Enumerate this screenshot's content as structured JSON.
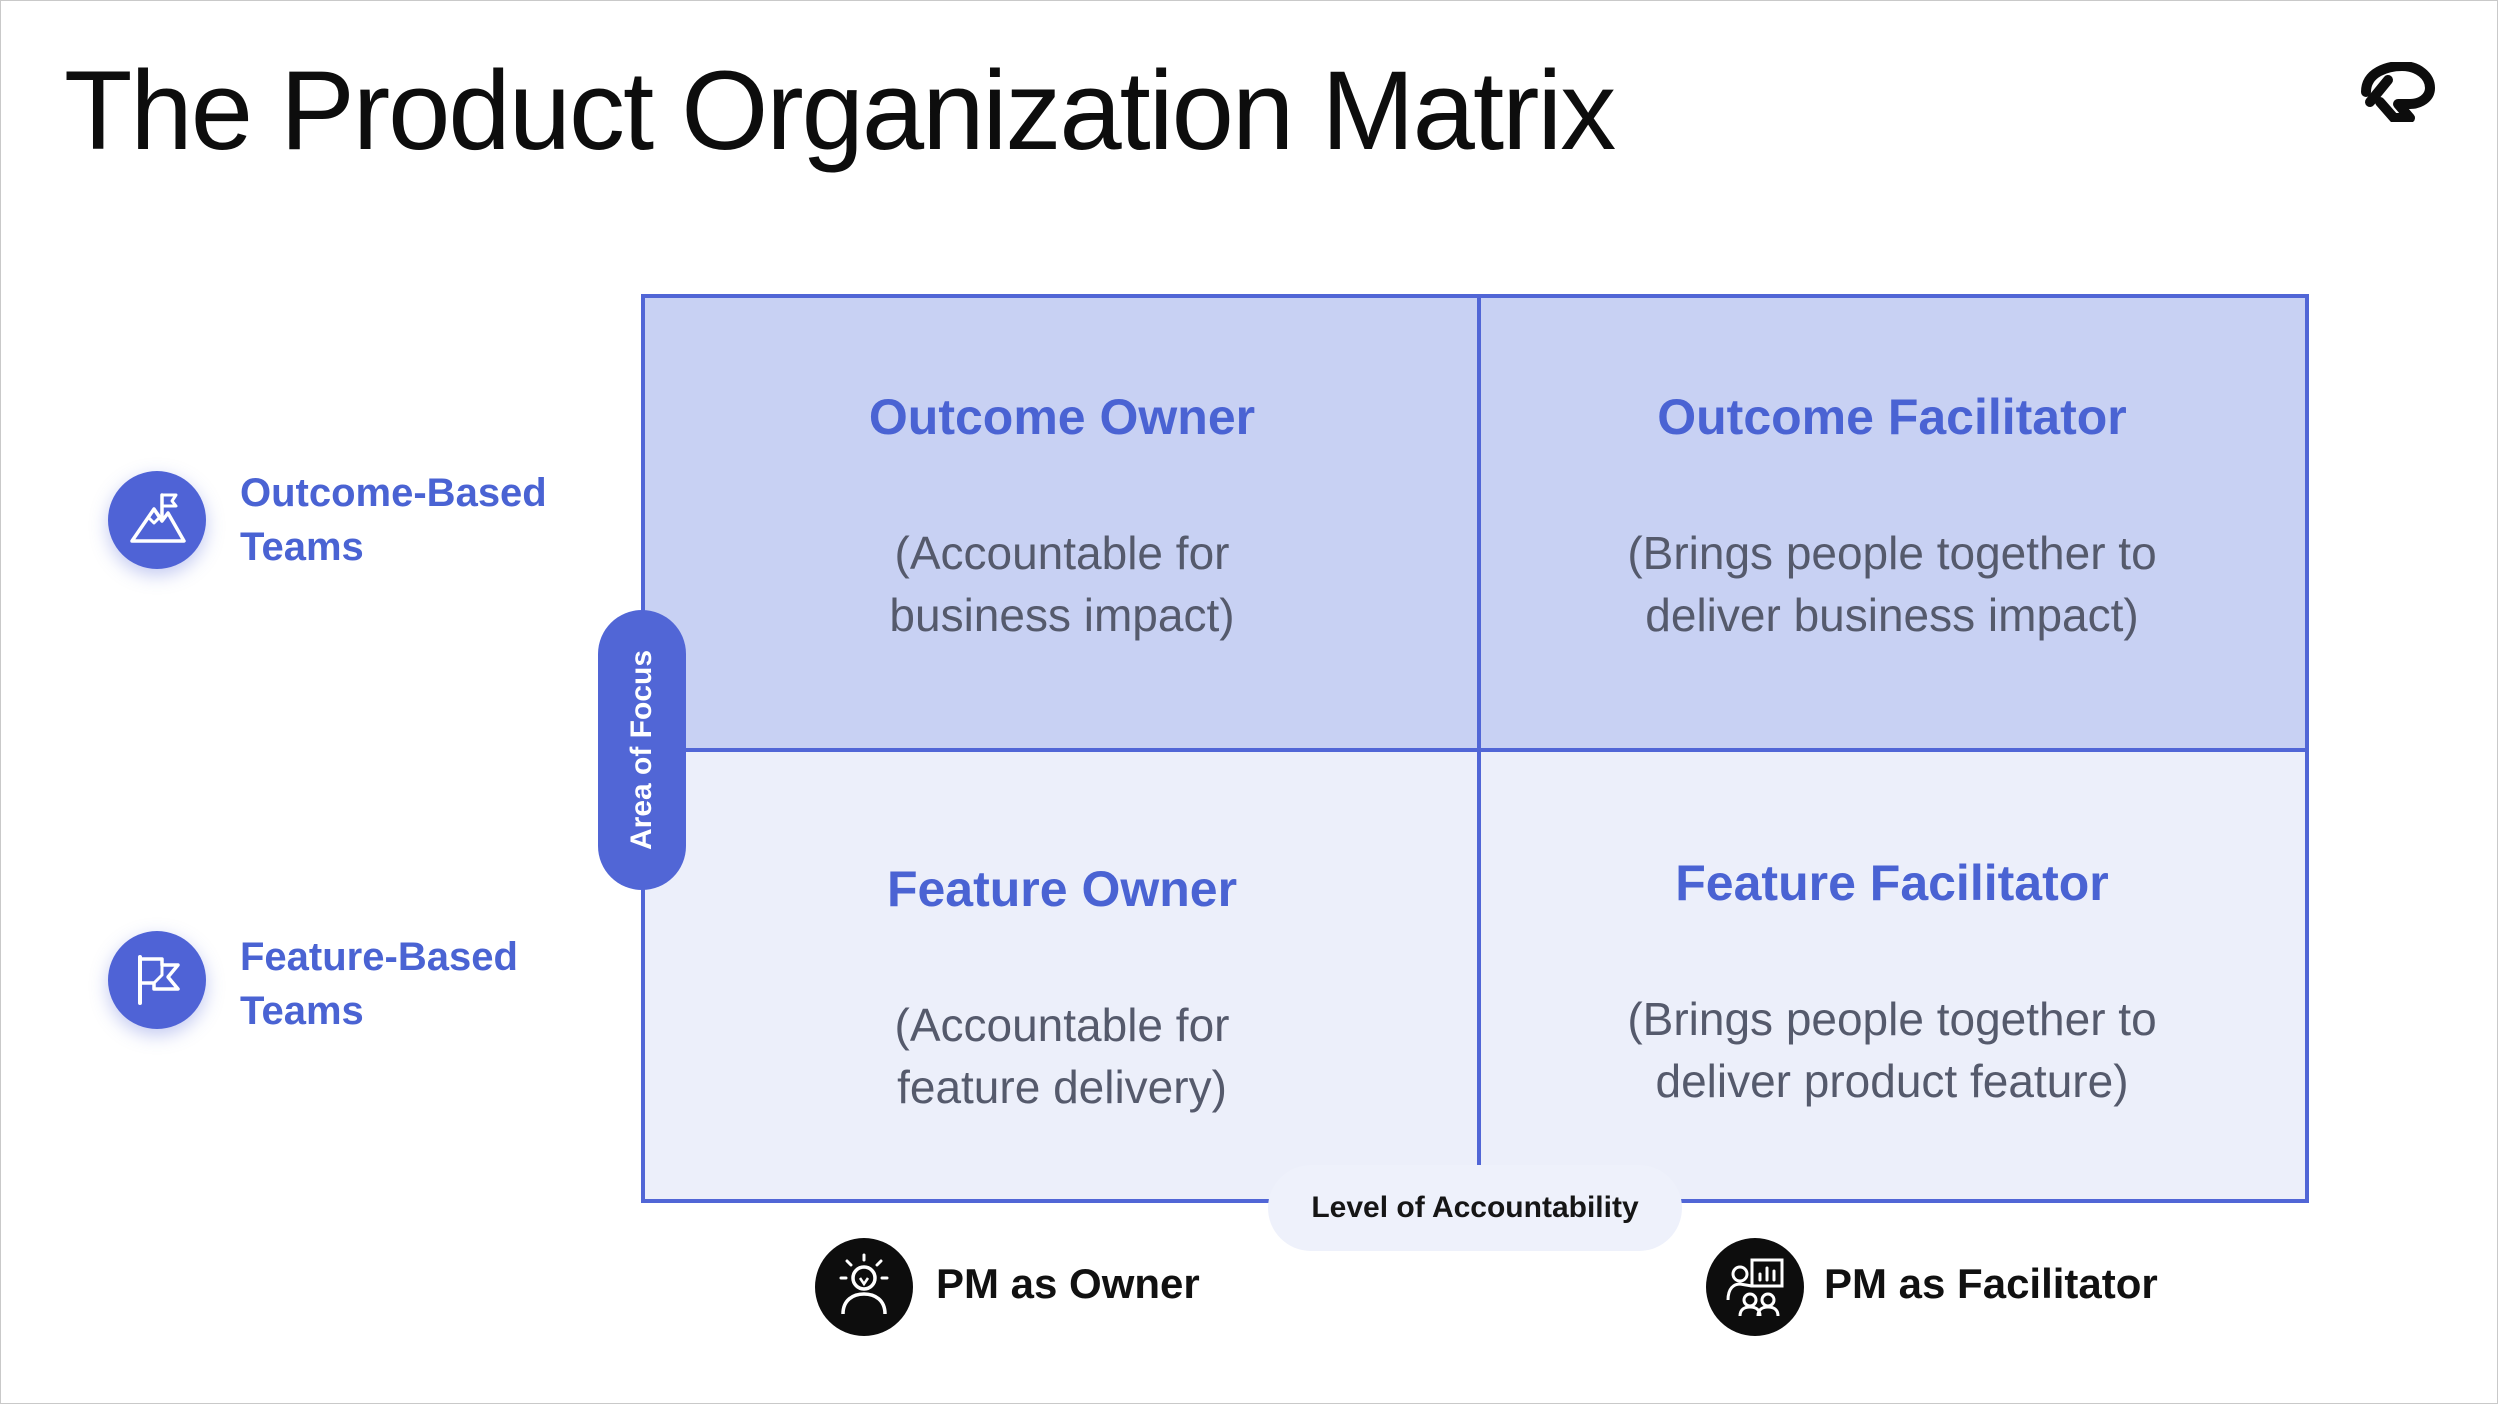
{
  "title": "The Product Organization Matrix",
  "logo_icon": "brand-logo-icon",
  "axes": {
    "vertical": "Area of Focus",
    "horizontal": "Level of Accountability"
  },
  "rows": [
    {
      "label": "Outcome-Based\nTeams",
      "icon": "mountain-flag-icon"
    },
    {
      "label": "Feature-Based\nTeams",
      "icon": "flag-icon"
    }
  ],
  "columns": [
    {
      "label": "PM as Owner",
      "icon": "person-idea-icon"
    },
    {
      "label": "PM as Facilitator",
      "icon": "presenter-chart-icon"
    }
  ],
  "quadrants": {
    "top_left": {
      "title": "Outcome Owner",
      "desc": "(Accountable for\nbusiness impact)"
    },
    "top_right": {
      "title": "Outcome Facilitator",
      "desc": "(Brings people together to\ndeliver business impact)"
    },
    "bottom_left": {
      "title": "Feature Owner",
      "desc": "(Accountable for\nfeature delivery)"
    },
    "bottom_right": {
      "title": "Feature Facilitator",
      "desc": "(Brings people together to\ndeliver product feature)"
    }
  },
  "colors": {
    "accent": "#5166d6",
    "top_fill": "#c8d1f3",
    "bottom_fill": "#eceffa",
    "text_dark": "#0d0d0d"
  }
}
